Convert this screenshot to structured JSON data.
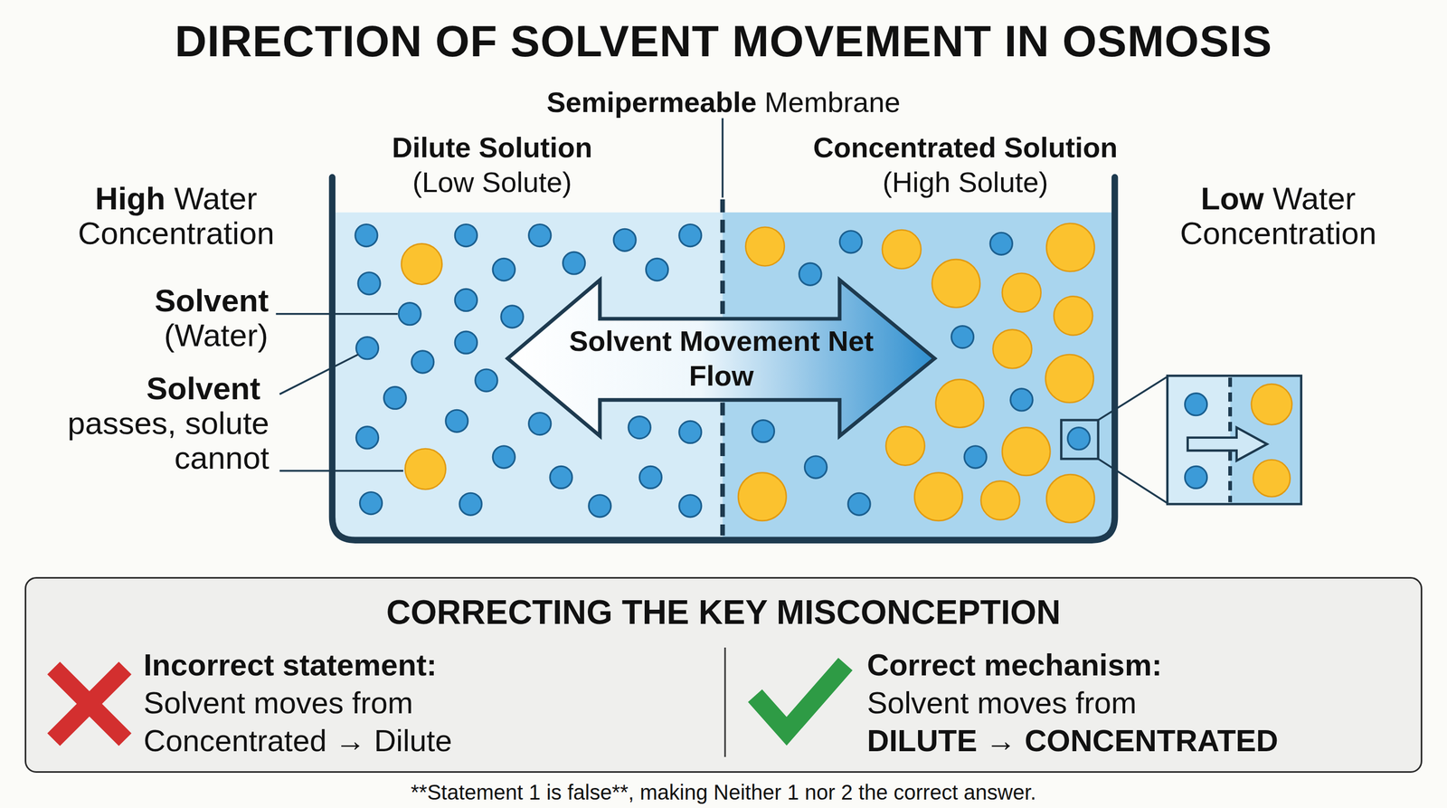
{
  "diagram": {
    "title": "DIRECTION OF SOLVENT MOVEMENT IN OSMOSIS",
    "caption": "**Statement 1 is false**, making Neither 1 nor 2 the correct answer.",
    "nodes": [
      {
        "text": [
          "Dilute Solution",
          "(Low Solute)"
        ]
      },
      {
        "text": [
          "Concentrated Solution",
          "(High Solute)"
        ]
      },
      {
        "text": [
          "Solvent Movement Net Flow"
        ]
      },
      {
        "text": [
          "CORRECTING THE KEY MISCONCEPTION"
        ]
      },
      {
        "text": [
          "Incorrect statement:",
          "Solvent moves from",
          "Concentrated → Dilute"
        ],
        "in": 3
      },
      {
        "text": [
          "Correct mechanism:",
          "Solvent moves from",
          "DILUTE → CONCENTRATED"
        ],
        "in": 3
      }
    ],
    "labels": [
      "Semipermeable",
      "Membrane",
      "High",
      "Water Concentration",
      "Low",
      "Water Concentration",
      "Solvent",
      "(Water)",
      "Solvent",
      "passes, solute cannot"
    ]
  }
}
